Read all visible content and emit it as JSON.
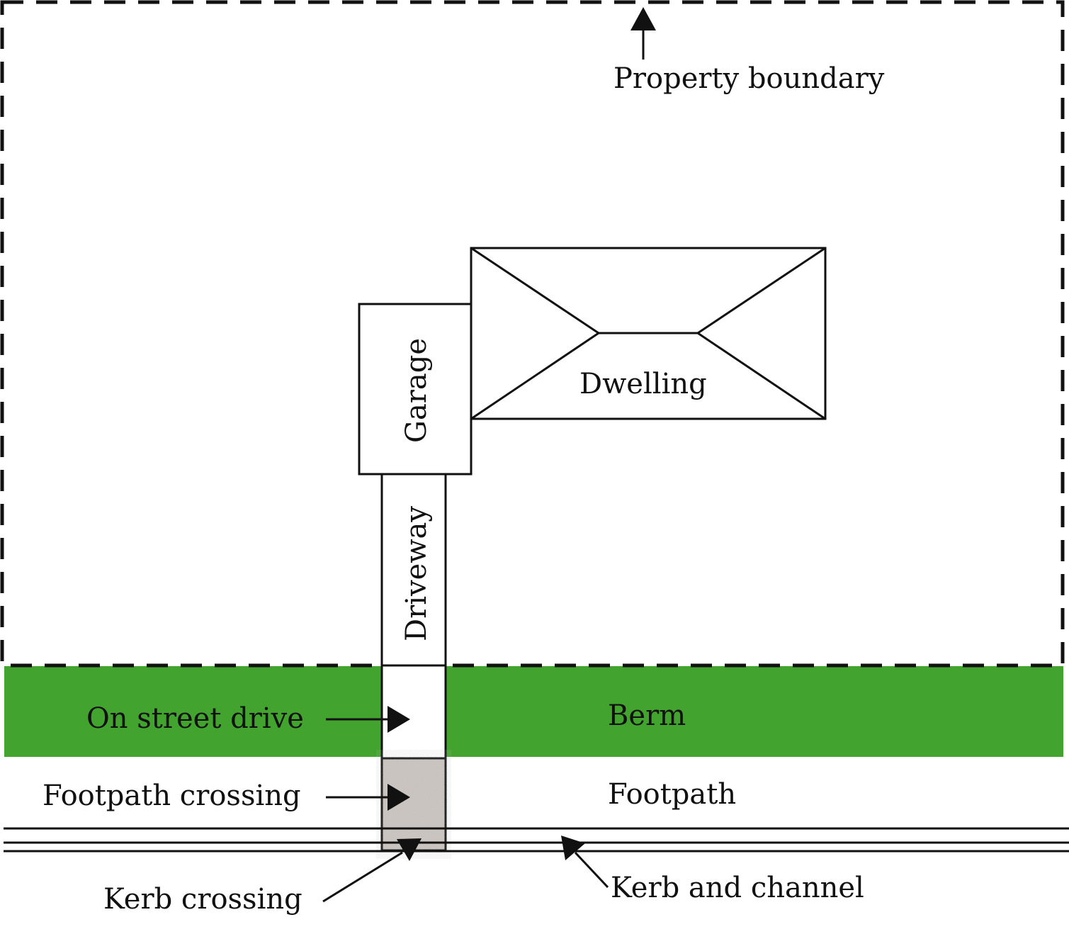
{
  "diagram": {
    "colors": {
      "berm": "#42a32e",
      "crossing": "#cbc5c0",
      "ink": "#111111"
    },
    "labels": {
      "property_boundary": "Property boundary",
      "garage": "Garage",
      "dwelling": "Dwelling",
      "driveway": "Driveway",
      "on_street_drive": "On street drive",
      "berm": "Berm",
      "footpath_crossing": "Footpath crossing",
      "footpath": "Footpath",
      "kerb_crossing": "Kerb crossing",
      "kerb_and_channel": "Kerb and channel"
    }
  }
}
